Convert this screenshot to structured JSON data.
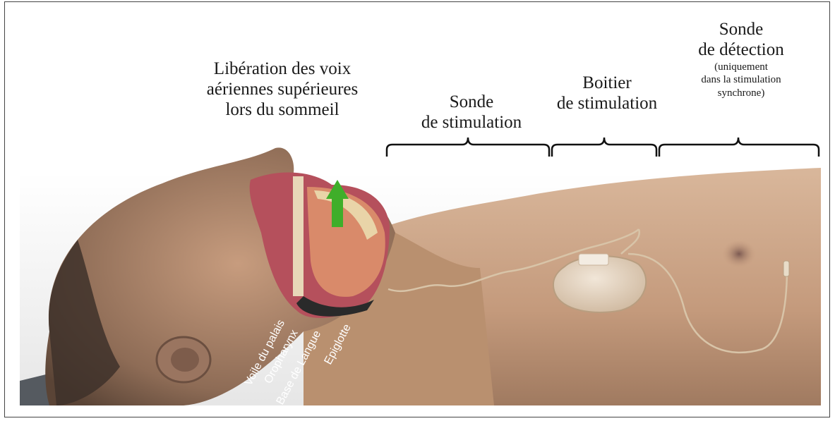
{
  "labels": {
    "liberation": [
      "Libération des voix",
      "aériennes supérieures",
      "lors du sommeil"
    ],
    "sonde_stimulation": [
      "Sonde",
      "de stimulation"
    ],
    "boitier": [
      "Boitier",
      "de stimulation"
    ],
    "sonde_detection": [
      "Sonde",
      "de détection"
    ],
    "sonde_detection_note": [
      "(uniquement",
      "dans la stimulation",
      "synchrone)"
    ]
  },
  "anatomy": [
    "Voile du palais",
    "Oropharynx",
    "Base de Langue",
    "Epiglotte"
  ],
  "colors": {
    "skin": "#c9a487",
    "skin_shadow": "#9c7b63",
    "mouth_tissue": "#b5505c",
    "arrow": "#3fae2a",
    "device": "#e9dccb",
    "wire": "#d8c4a8"
  }
}
